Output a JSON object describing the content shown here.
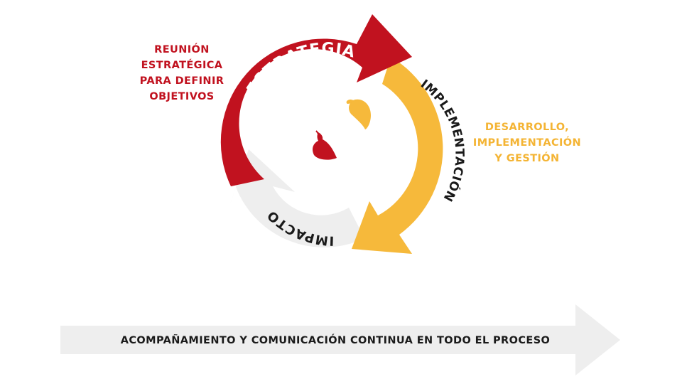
{
  "cycle": {
    "stage_estrategia": "ESTRATEGIA",
    "stage_implementacion": "IMPLEMENTACIÓN",
    "stage_impacto": "IMPACTO"
  },
  "descriptions": {
    "estrategia": "REUNIÓN\nESTRATÉGICA\nPARA DEFINIR\nOBJETIVOS",
    "implementacion": "DESARROLLO,\nIMPLEMENTACIÓN\nY GESTIÓN"
  },
  "bottom_arrow": {
    "text": "ACOMPAÑAMIENTO Y COMUNICACIÓN CONTINUA EN TODO EL PROCESO"
  },
  "colors": {
    "estrategia": "#c1121f",
    "implementacion": "#f4b434",
    "impacto": "#eeeeee",
    "text_dark": "#1a1a1a"
  },
  "icons": [
    "chili-pepper-icon",
    "mango-icon"
  ]
}
